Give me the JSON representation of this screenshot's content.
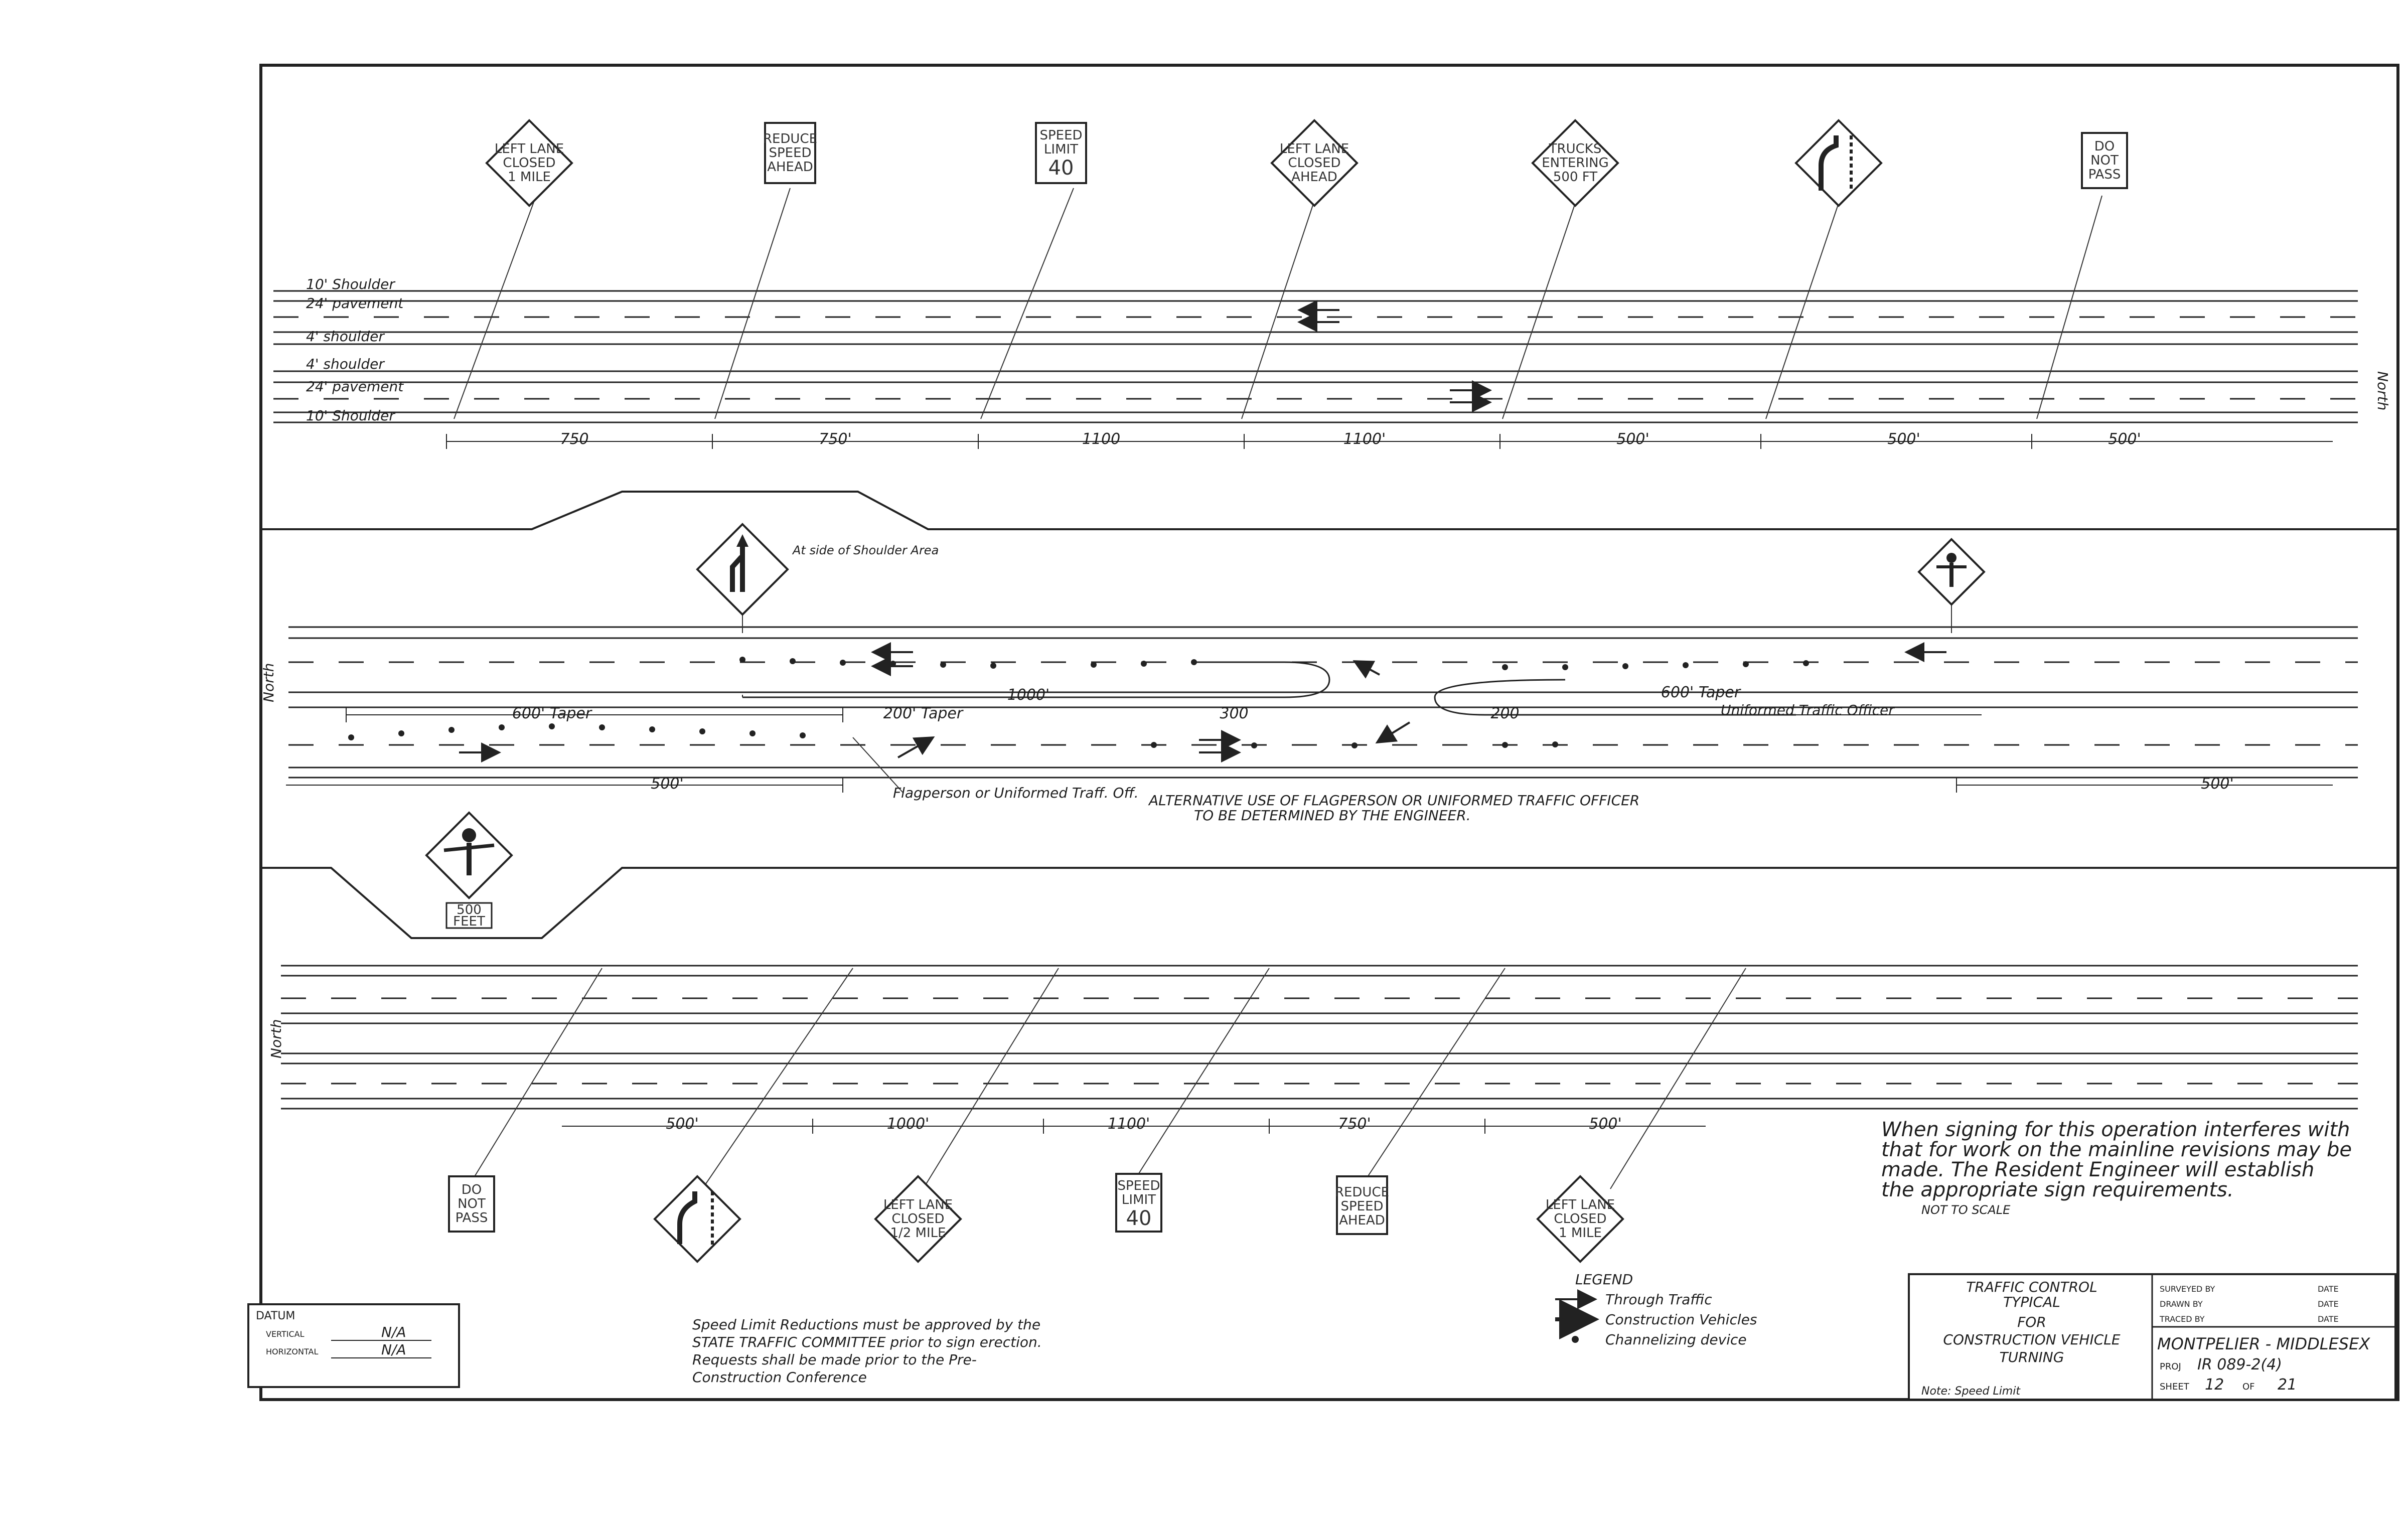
{
  "plan": {
    "sec1": {
      "lane_labels": [
        "10' Shoulder",
        "24' pavement",
        "4' shoulder",
        "4' shoulder",
        "24' pavement",
        "10' Shoulder"
      ],
      "dims": [
        "750",
        "750'",
        "1100",
        "1100'",
        "500'",
        "500'",
        "500'"
      ],
      "signs": [
        {
          "lines": [
            "LEFT LANE",
            "CLOSED",
            "1 MILE"
          ]
        },
        {
          "lines": [
            "REDUCE",
            "SPEED",
            "AHEAD"
          ]
        },
        {
          "lines": [
            "SPEED",
            "LIMIT",
            "40"
          ]
        },
        {
          "lines": [
            "LEFT LANE",
            "CLOSED",
            "AHEAD"
          ]
        },
        {
          "lines": [
            "TRUCKS",
            "ENTERING",
            "500 FT"
          ]
        },
        {
          "lines": []
        },
        {
          "lines": [
            "DO",
            "NOT",
            "PASS"
          ]
        }
      ],
      "side_label": "North"
    },
    "sec2": {
      "annotation_sign": "At side of Shoulder Area",
      "dims": [
        "600' Taper",
        "200' Taper",
        "1000'",
        "300",
        "200",
        "600' Taper",
        "500'",
        "500'"
      ],
      "flagger_label": "Flagperson or Uniformed Traff. Off.",
      "uniformed_label": "Uniformed Traffic Officer",
      "flagger_plaque": [
        "500",
        "FEET"
      ],
      "note": [
        "ALTERNATIVE USE OF FLAGPERSON OR UNIFORMED TRAFFIC OFFICER",
        "TO BE DETERMINED BY THE ENGINEER."
      ],
      "side_label": "North"
    },
    "sec3": {
      "dims": [
        "500'",
        "1000'",
        "1100'",
        "750'",
        "500'"
      ],
      "signs": [
        {
          "lines": [
            "DO",
            "NOT",
            "PASS"
          ]
        },
        {
          "lines": []
        },
        {
          "lines": [
            "LEFT LANE",
            "CLOSED",
            "1/2 MILE"
          ]
        },
        {
          "lines": [
            "SPEED",
            "LIMIT",
            "40"
          ]
        },
        {
          "lines": [
            "REDUCE",
            "SPEED",
            "AHEAD"
          ]
        },
        {
          "lines": [
            "LEFT LANE",
            "CLOSED",
            "1 MILE"
          ]
        }
      ],
      "side_label": "North"
    }
  },
  "notes": {
    "signing": [
      "When signing for this operation interferes with",
      "that for work on the mainline   revisions may be",
      "made. The Resident Engineer will establish",
      "the appropriate sign requirements."
    ],
    "not_to_scale": "NOT TO SCALE",
    "speed_limit": [
      "Speed Limit Reductions must be approved by the",
      "STATE TRAFFIC COMMITTEE  prior to sign erection.",
      "Requests shall be made prior to the Pre-",
      "Construction Conference"
    ]
  },
  "legend": {
    "title": "LEGEND",
    "items": [
      "Through Traffic",
      "Construction Vehicles",
      "Channelizing device"
    ]
  },
  "datum": {
    "title": "DATUM",
    "vertical_label": "VERTICAL",
    "vertical_value": "N/A",
    "horizontal_label": "HORIZONTAL",
    "horizontal_value": "N/A"
  },
  "title_block": {
    "title_lines": [
      "TRAFFIC CONTROL",
      "TYPICAL",
      "FOR",
      "CONSTRUCTION VEHICLE",
      "TURNING"
    ],
    "footer": "Note: Speed Limit",
    "surveyed_by": "SURVEYED BY",
    "drawn_by": "DRAWN BY",
    "traced_by": "TRACED BY",
    "date_label": "DATE",
    "project": "MONTPELIER - MIDDLESEX",
    "proj_label": "PROJ",
    "proj_value": "IR     089-2(4)",
    "sheet_label": "SHEET",
    "sheet_value": "12",
    "of_label": "OF",
    "total_sheets": "21"
  }
}
